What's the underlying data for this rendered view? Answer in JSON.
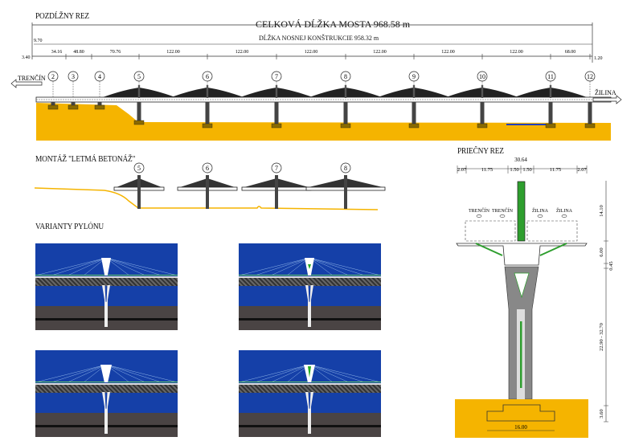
{
  "longitudinal": {
    "heading": "POZDĹŽNY REZ",
    "total_length": "CELKOVÁ DĹŽKA MOSTA  968.58 m",
    "structure_length": "DĹŽKA NOSNEJ KONŠTRUKCIE  958.32 m",
    "dim_left_top": "9.70",
    "dim_left_bottom": "3.40",
    "dim_right": "1.20",
    "spans": [
      "34.16",
      "48.80",
      "70.76",
      "122.00",
      "122.00",
      "122.00",
      "122.00",
      "122.00",
      "122.00",
      "68.00"
    ],
    "piers": [
      "2",
      "3",
      "4",
      "5",
      "6",
      "7",
      "8",
      "9",
      "10",
      "11",
      "12"
    ],
    "direction_left": "TRENČÍN",
    "direction_right": "ŽILINA"
  },
  "assembly": {
    "heading": "MONTÁŽ \"LETMÁ BETONÁŽ\"",
    "piers": [
      "5",
      "6",
      "7",
      "8"
    ]
  },
  "variants": {
    "heading": "VARIANTY PYLÓNU"
  },
  "cross_section": {
    "heading": "PRIEČNY REZ",
    "total_width": "30.64",
    "widths": [
      "2.07",
      "11.75",
      "1.50",
      "1.50",
      "11.75",
      "2.07"
    ],
    "lanes": [
      "TRENČÍN",
      "TRENČÍN",
      "ŽILINA",
      "ŽILINA"
    ],
    "heights": [
      "14.10",
      "6.00",
      "0.45",
      "22.90 - 32.70",
      "3.60"
    ],
    "footing_width": "16.00"
  },
  "colors": {
    "ground": "#f5b400",
    "accent": "#2e9e2e",
    "sky": "#1540a8",
    "road": "#4a4444",
    "pier": "#888888"
  }
}
